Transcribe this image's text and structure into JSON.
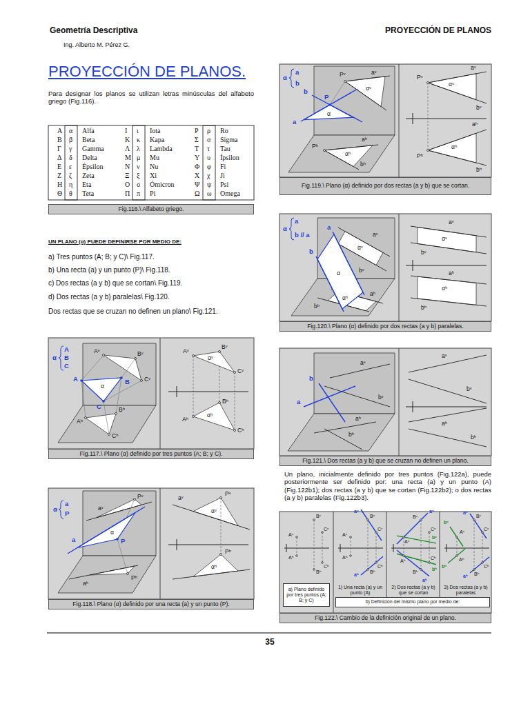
{
  "diagram": {
    "title": "PROYECCIÓN DE PLANOS.",
    "nodes": [
      {
        "text": [
          "Fig.116.\\ Alfabeto griego."
        ]
      },
      {
        "text": [
          "Fig.117.\\ Plano (α) definido por tres puntos (A; B; y C)."
        ]
      },
      {
        "text": [
          "Fig.118.\\ Plano (α) definido por una recta (a) y un punto (P)."
        ]
      },
      {
        "text": [
          "Fig.119.\\ Plano (α) definido por dos rectas (a y b) que se cortan."
        ]
      },
      {
        "text": [
          "Fig.120.\\ Plano (α) definido por dos rectas (a y b) paralelas."
        ]
      },
      {
        "text": [
          "Fig.121.\\ Dos rectas (a y b) que se cruzan no definen un plano."
        ]
      },
      {
        "text": [
          "a) Plano definido por tres puntos (A; B; y C)"
        ]
      },
      {
        "text": [
          "b) Definición del mismo plano por medio de:"
        ]
      },
      {
        "text": [
          "Fig.122.\\ Cambio de la definición original de un plano."
        ]
      }
    ],
    "labels": [
      "Geometría Descriptiva",
      "PROYECCIÓN DE PLANOS",
      "Ing. Alberto M. Pérez G.",
      "Para designar los planos se utilizan letras minúsculas del alfabeto griego (Fig.116).",
      "Α",
      "α",
      "Alfa",
      "Ι",
      "ι",
      "Iota",
      "Ρ",
      "ρ",
      "Ro",
      "Β",
      "β",
      "Beta",
      "Κ",
      "κ",
      "Kapa",
      "Σ",
      "σ",
      "Sigma",
      "Γ",
      "γ",
      "Gamma",
      "Λ",
      "λ",
      "Lambda",
      "Τ",
      "τ",
      "Tau",
      "Δ",
      "δ",
      "Delta",
      "Μ",
      "μ",
      "Mu",
      "Υ",
      "υ",
      "Ípsilon",
      "Ε",
      "ε",
      "Épsilon",
      "Ν",
      "ν",
      "Nu",
      "Φ",
      "φ",
      "Fi",
      "Ζ",
      "ζ",
      "Zeta",
      "Ξ",
      "ξ",
      "Xi",
      "Χ",
      "χ",
      "Ji",
      "Η",
      "η",
      "Eta",
      "Ο",
      "ο",
      "Ómicron",
      "Ψ",
      "ψ",
      "Psi",
      "Θ",
      "θ",
      "Teta",
      "Π",
      "π",
      "Pi",
      "Ω",
      "ω",
      "Omega",
      "UN PLANO (α) PUEDE DEFINIRSE POR MEDIO DE:",
      "a) Tres puntos (A; B; y C)\\ Fig.117.",
      "b) Una recta (a) y un punto (P)\\ Fig.118.",
      "c) Dos rectas (a y b) que se cortan\\ Fig.119.",
      "d) Dos rectas (a y b) paralelas\\ Fig.120.",
      "Dos rectas que se cruzan no definen un plano\\ Fig.121.",
      "α",
      "A",
      "B",
      "C",
      "Aᵛ",
      "Bᵛ",
      "Cᵛ",
      "A",
      "B",
      "C",
      "α",
      "Aʰ",
      "Bʰ",
      "Cʰ",
      "Aᵛ",
      "Bᵛ",
      "Cᵛ",
      "αᵛ",
      "Bʰ",
      "αʰ",
      "Aʰ",
      "Cʰ",
      "α",
      "a",
      "P",
      "aᵛ",
      "Pᵛ",
      "a",
      "P",
      "α",
      "aʰ",
      "Pʰ",
      "aᵛ",
      "Pᵛ",
      "αᵛ",
      "Pʰ",
      "αʰ",
      "α",
      "a",
      "b",
      "Pᵛ",
      "aᵛ",
      "αᵛ",
      "b",
      "P",
      "a",
      "α",
      "aʰ",
      "Pʰ",
      "αʰ",
      "bʰ",
      "Pᵛ",
      "aᵛ",
      "αᵛ",
      "bᵛ",
      "aʰ",
      "Pʰ",
      "αʰ",
      "bʰ",
      "α",
      "a",
      "b // a",
      "a",
      "aᵛ",
      "αᵛ",
      "b",
      "bᵛ",
      "α",
      "aʰ",
      "αʰ",
      "bʰ",
      "aᵛ",
      "αᵛ",
      "bᵛ",
      "aʰ",
      "αʰ",
      "bʰ",
      "aᵛ",
      "b",
      "bᵛ",
      "a",
      "aʰ",
      "bʰ",
      "aᵛ",
      "bᵛ",
      "aʰ",
      "bʰ",
      "Un plano, inicialmente definido por tres puntos (Fig.122a), puede posteriormente ser definido por: una recta (a) y un punto (A) (Fig.122b1); dos rectas (a y b) que se cortan (Fig.122b2); o dos rectas (a y b) paralelas (Fig.122b3).",
      "Aᵛ",
      "Bᵛ",
      "Cᵛ",
      "Aʰ",
      "Bʰ",
      "Cʰ",
      "aᵛ",
      "Bᵛ",
      "Cᵛ",
      "Aᵛ",
      "Aʰ",
      "Cʰ",
      "Bʰ",
      "aʰ",
      "aᵛ",
      "Bᵛ",
      "Cᵛ",
      "bᵛ",
      "Aᵛ",
      "Cʰ",
      "Aʰ",
      "bʰ",
      "Bʰ",
      "aʰ",
      "aᵛ",
      "Bᵛ",
      "bᵛ",
      "Cᵛ",
      "Aᵛ",
      "Aʰ",
      "Cʰ",
      "bʰ",
      "Bʰ",
      "aʰ",
      "1) Una recta (a) y un punto (A)",
      "2) Dos rectas (a y b) que se cortan",
      "3) Dos rectas (a y b) paralelas",
      "35"
    ]
  }
}
